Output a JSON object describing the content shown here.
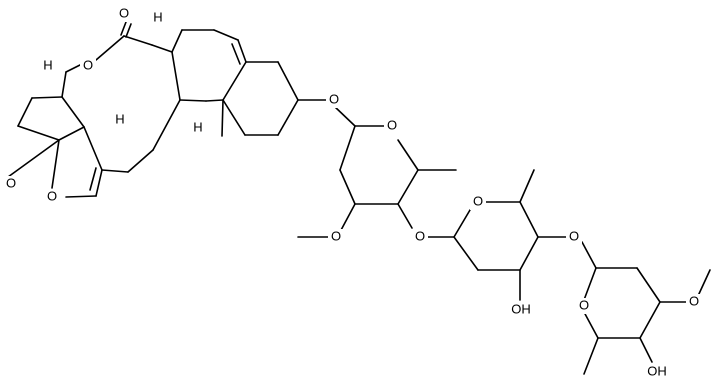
{
  "structure": {
    "type": "skeletal-formula",
    "background": "#ffffff",
    "stroke_color": "#000000",
    "atom_labels": {
      "carbonyl_O": "O",
      "lactone_O": "O",
      "thf_O": "O",
      "furan_O": "O",
      "H_lactone": "H",
      "H_fusion": "H",
      "H_top": "H",
      "H_mid": "H",
      "glyco_O1": "O",
      "sugar1_ring_O": "O",
      "sugar1_OMe_O": "O",
      "glyco_O2": "O",
      "sugar2_ring_O": "O",
      "sugar2_OH": "OH",
      "glyco_O3": "O",
      "sugar3_ring_O": "O",
      "sugar3_OMe_O": "O",
      "sugar3_OH": "OH"
    }
  }
}
